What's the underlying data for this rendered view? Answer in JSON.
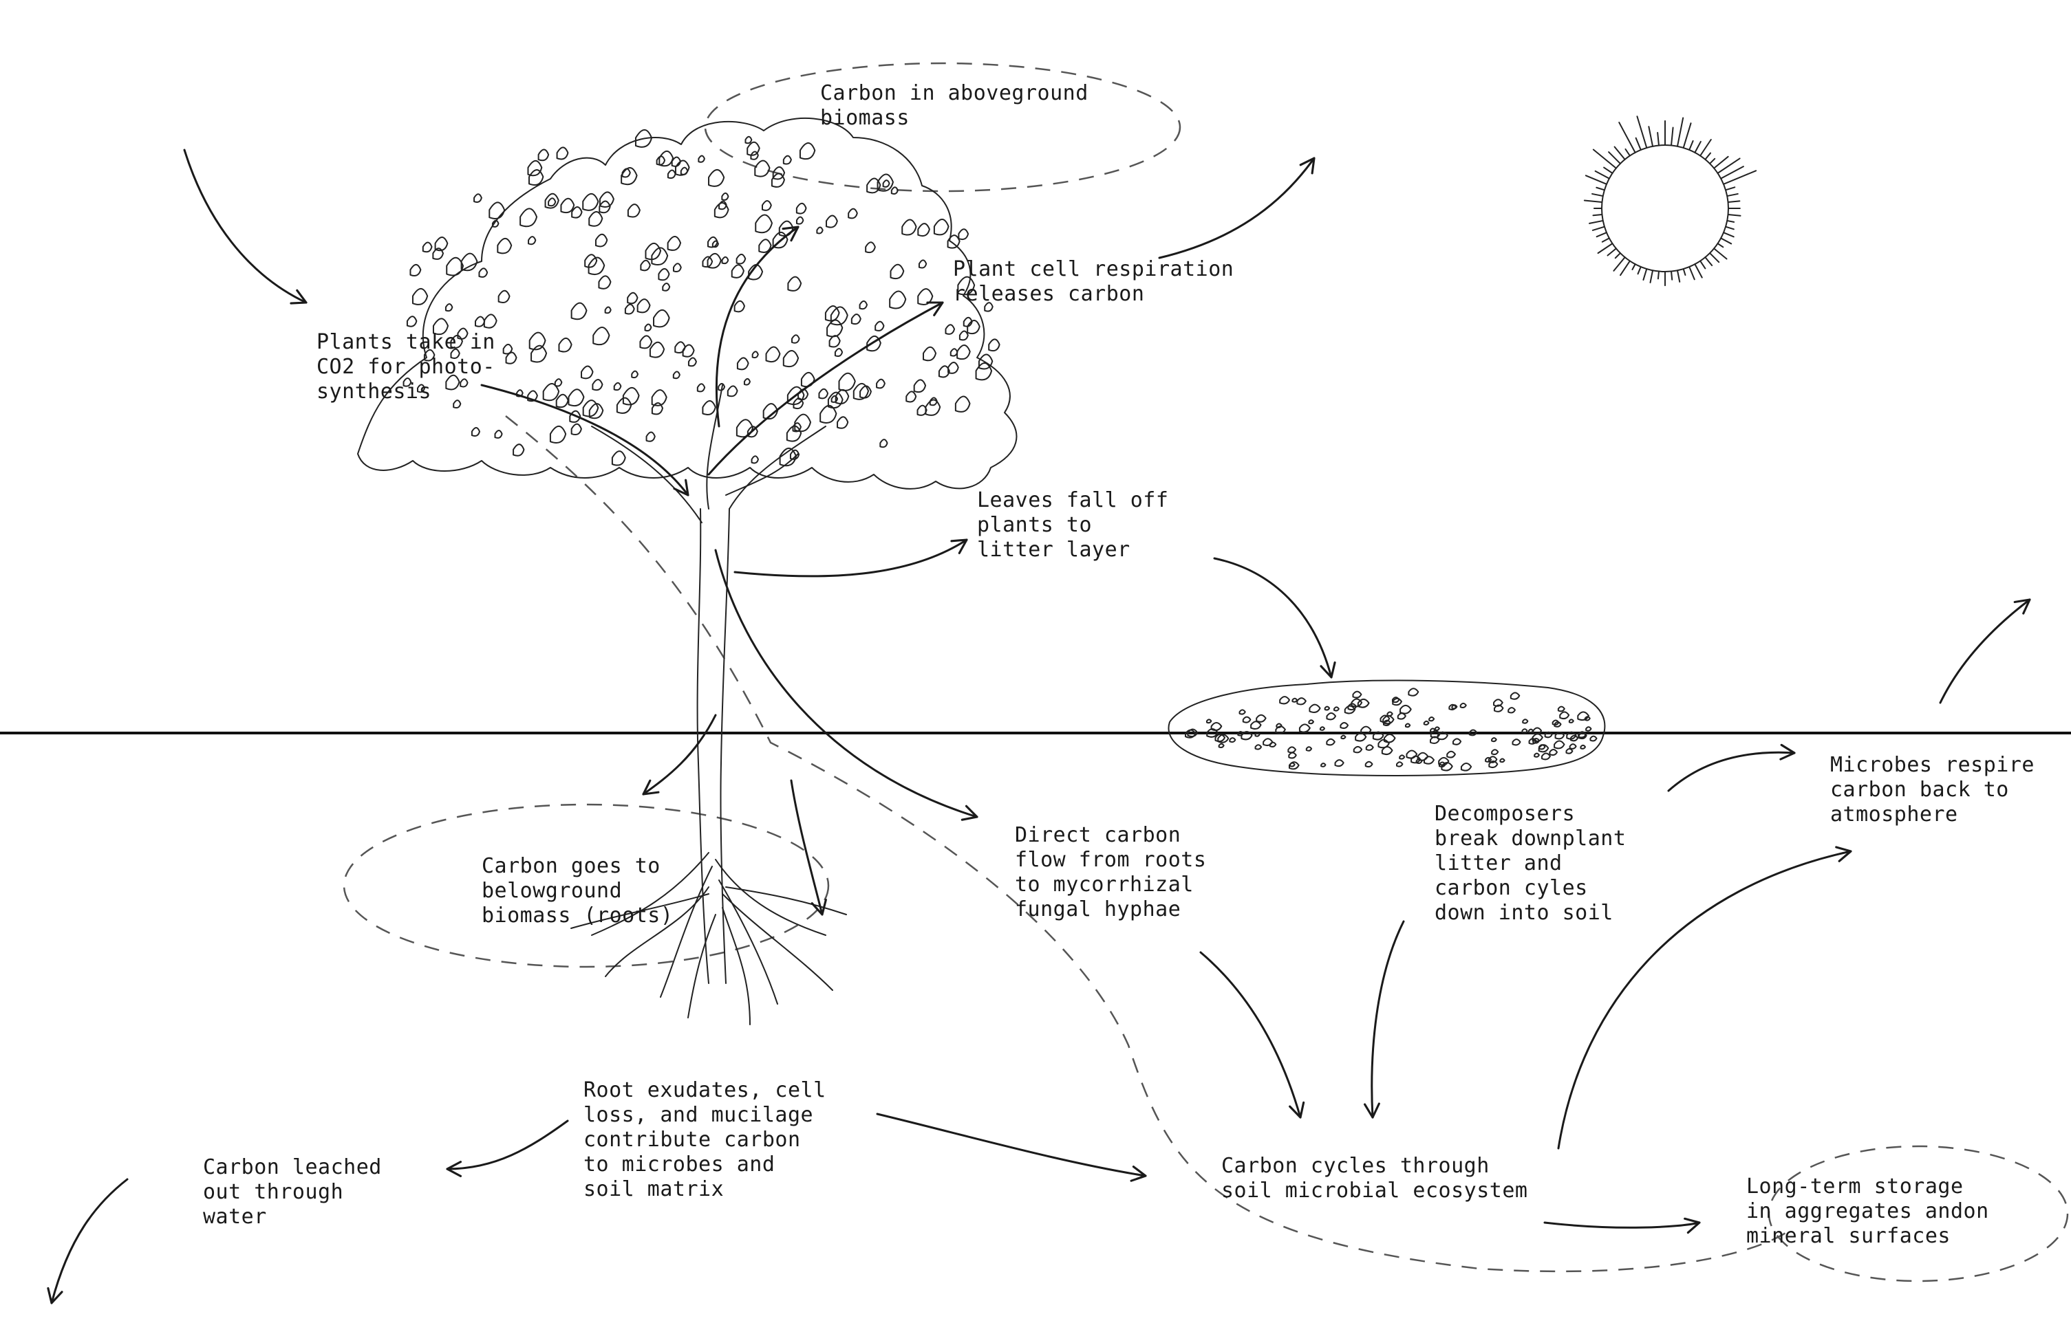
{
  "colors": {
    "ink": "#1a1a1a",
    "background": "#ffffff"
  },
  "icons": [
    "sun-icon",
    "tree-icon",
    "leaf-litter-icon"
  ],
  "labels": {
    "aboveground": "Carbon in aboveground\nbiomass",
    "photosynthesis": "Plants take in\nCO2 for photo-\nsynthesis",
    "respiration": "Plant cell respiration\nreleases carbon",
    "leaves_fall": "Leaves fall off\nplants to\nlitter layer",
    "belowground": "Carbon goes to\nbelowground\nbiomass (roots)",
    "mycorrhizal": "Direct carbon\nflow from roots\nto mycorrhizal\nfungal hyphae",
    "decomposers": "Decomposers\nbreak downplant\nlitter and\ncarbon cyles\ndown into soil",
    "microbes_respire": "Microbes respire\ncarbon back to\natmosphere",
    "exudates": "Root exudates, cell\nloss, and mucilage\ncontribute carbon\nto microbes and\nsoil matrix",
    "leached": "Carbon leached\nout through\nwater",
    "soil_cycle": "Carbon cycles through\nsoil microbial ecosystem",
    "long_term": "Long-term storage\nin aggregates andon\nmineral surfaces"
  }
}
